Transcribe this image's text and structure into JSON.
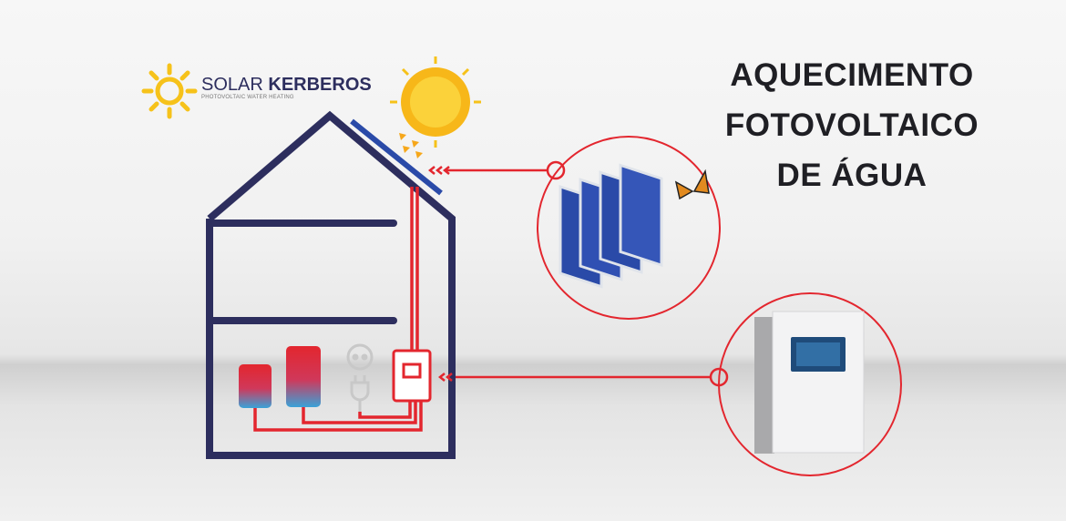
{
  "logo": {
    "name_light": "SOLAR",
    "name_bold": "KERBEROS",
    "tagline": "PHOTOVOLTAIC WATER HEATING"
  },
  "title": {
    "lines": [
      "AQUECIMENTO",
      "FOTOVOLTAICO",
      "DE ÁGUA"
    ]
  },
  "colors": {
    "house": "#2d2e5e",
    "wire": "#e3262e",
    "sun": "#f6c21a",
    "panel": "#2a4aa8"
  }
}
